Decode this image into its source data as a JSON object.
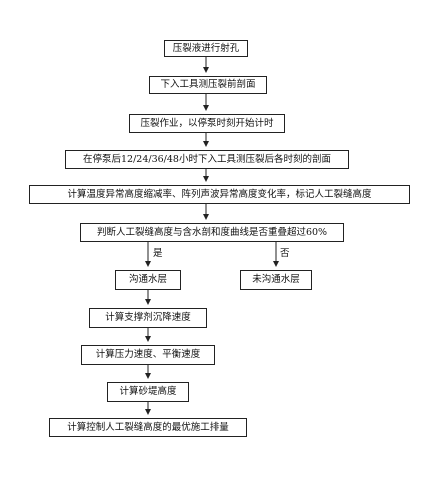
{
  "diagram": {
    "steps": {
      "s1": "压裂液进行射孔",
      "s2": "下入工具测压裂前剖面",
      "s3": "压裂作业，以停泵时刻开始计时",
      "s4": "在停泵后12/24/36/48小时下入工具测压裂后各时刻的剖面",
      "s5": "计算温度异常高度缩减率、阵列声波异常高度变化率，标记人工裂缝高度",
      "s6": "判断人工裂缝高度与含水剖和度曲线是否重叠超过60%",
      "s7": "沟通水层",
      "s8": "未沟通水层",
      "s9": "计算支撑剂沉降速度",
      "s10": "计算压力速度、平衡速度",
      "s11": "计算砂堤高度",
      "s12": "计算控制人工裂缝高度的最优施工排量"
    },
    "branch_labels": {
      "yes": "是",
      "no": "否"
    }
  }
}
